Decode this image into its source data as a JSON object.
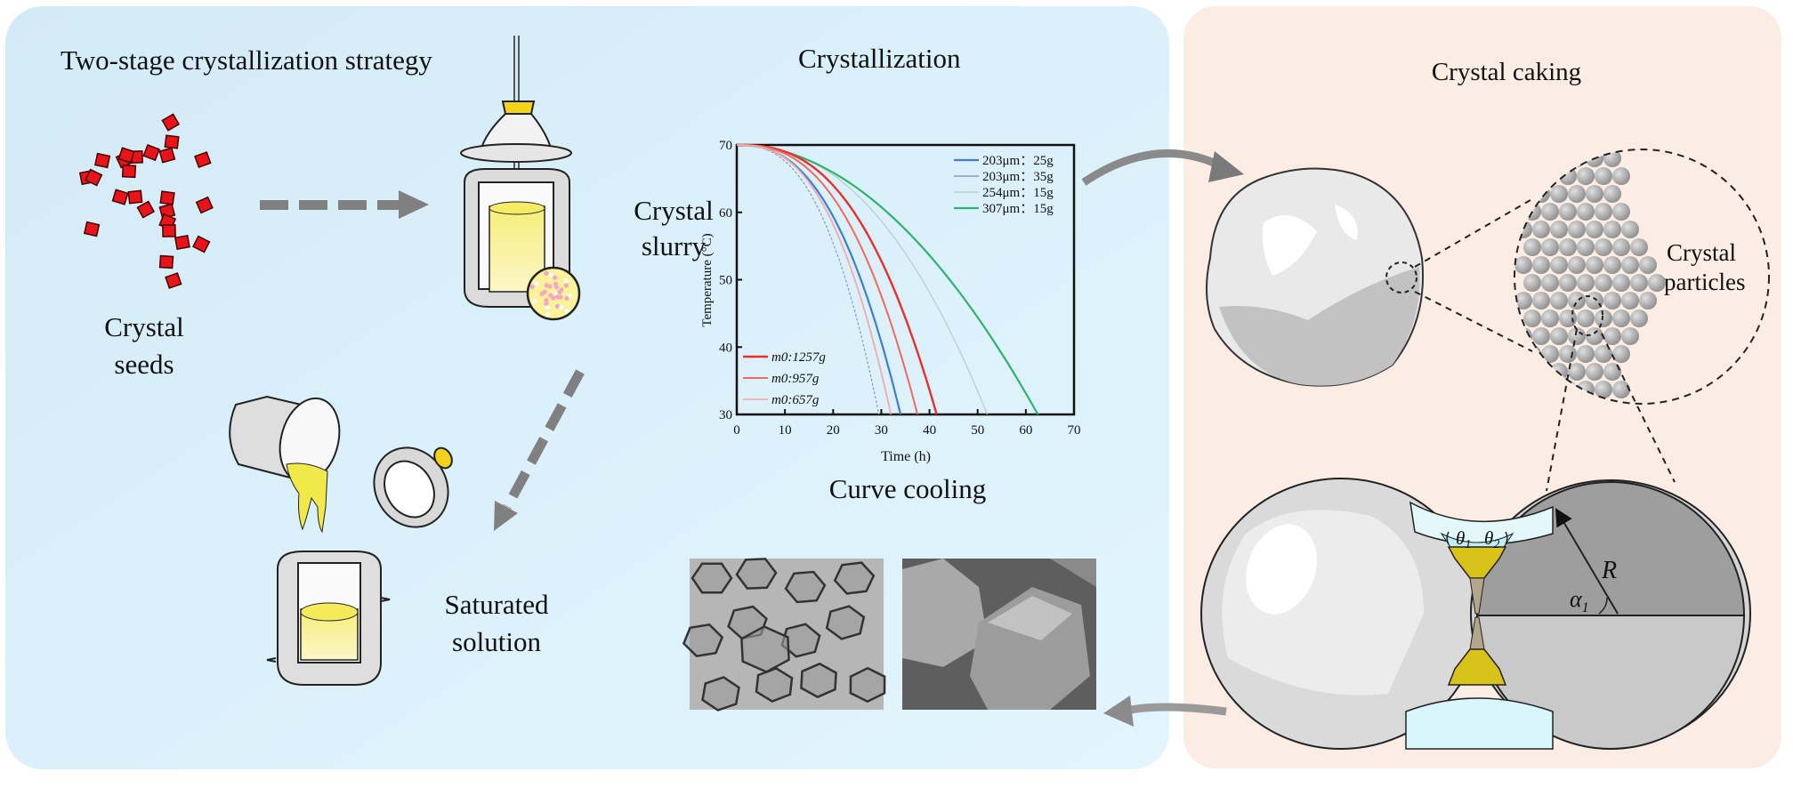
{
  "colors": {
    "left_panel": "#dcf0fa",
    "right_panel": "#fbede4",
    "arrow": "#808080",
    "seed": "#e8141a",
    "solution_yellow": "#f6ee6a"
  },
  "left_panel": {
    "title": "Two-stage crystallization strategy",
    "crystal_seeds": [
      "Crystal",
      "seeds"
    ],
    "crystal_slurry": [
      "Crystal",
      "slurry"
    ],
    "saturated_solution": [
      "Saturated",
      "solution"
    ],
    "crystallization_title": "Crystallization",
    "curve_cooling": "Curve cooling"
  },
  "right_panel": {
    "title": "Crystal caking",
    "crystal_particles": [
      "Crystal",
      "particles"
    ],
    "symbols": {
      "theta1": "θ",
      "theta1_sub": "1",
      "theta2": "θ",
      "theta2_sub": "2",
      "R": "R",
      "alpha": "α",
      "alpha_sub": "1"
    }
  },
  "chart_data": {
    "type": "line",
    "title": "",
    "xlabel": "Time (h)",
    "ylabel": "Temperature (°C)",
    "xlim": [
      0,
      70
    ],
    "ylim": [
      30,
      70
    ],
    "xticks": [
      0,
      10,
      20,
      30,
      40,
      50,
      60,
      70
    ],
    "yticks": [
      30,
      40,
      50,
      60,
      70
    ],
    "grid": false,
    "start_temperature": 70,
    "end_temperature": 30,
    "series": [
      {
        "name": "203μm：25g",
        "group": "top-right",
        "color": "#3c7fd0",
        "time_at_end": 34,
        "curve_exponent": 2.5,
        "width": 2.2,
        "dash": ""
      },
      {
        "name": "203μm：35g",
        "group": "top-right",
        "color": "#8d9cb5",
        "time_at_end": 29.5,
        "curve_exponent": 2.6,
        "width": 1.2,
        "dash": "3,2"
      },
      {
        "name": "254μm：15g",
        "group": "top-right",
        "color": "#b9cfcc",
        "time_at_end": 52,
        "curve_exponent": 2.3,
        "width": 1.3,
        "dash": ""
      },
      {
        "name": "307μm：15g",
        "group": "top-right",
        "color": "#2fb36c",
        "time_at_end": 62.5,
        "curve_exponent": 2.0,
        "width": 2.2,
        "dash": ""
      },
      {
        "name": "m0:1257g",
        "group": "bottom-left",
        "color": "#ea2e28",
        "time_at_end": 41.5,
        "curve_exponent": 2.6,
        "width": 2.4,
        "dash": ""
      },
      {
        "name": "m0:957g",
        "group": "bottom-left",
        "color": "#f06a5c",
        "time_at_end": 37.5,
        "curve_exponent": 2.6,
        "width": 2.0,
        "dash": ""
      },
      {
        "name": "m0:657g",
        "group": "bottom-left",
        "color": "#f5aaa8",
        "time_at_end": 32,
        "curve_exponent": 2.6,
        "width": 1.8,
        "dash": ""
      }
    ]
  }
}
